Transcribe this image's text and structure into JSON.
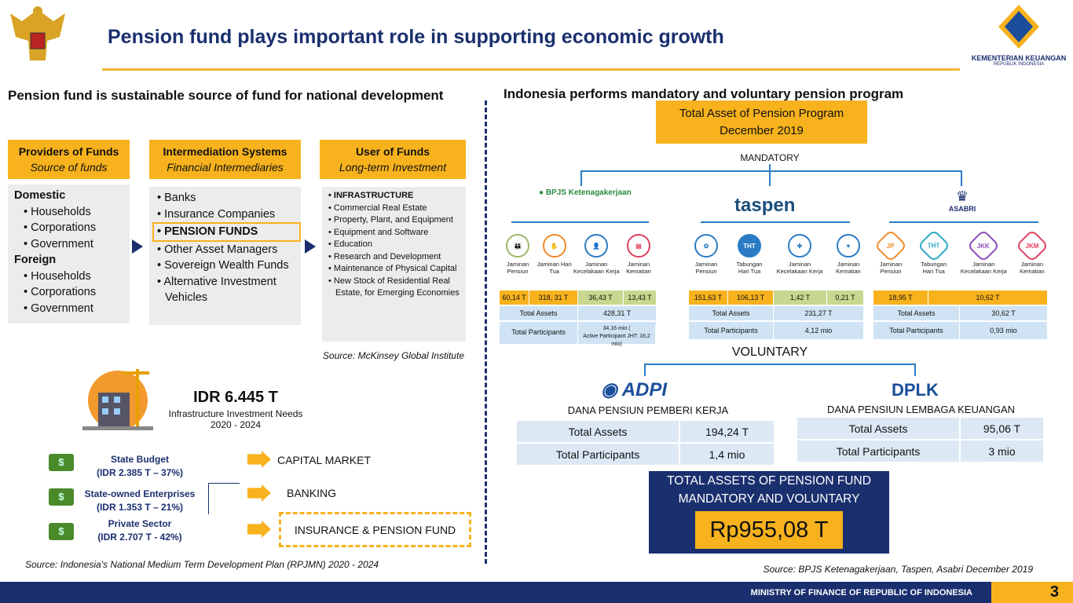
{
  "header": {
    "title": "Pension fund plays important role in supporting economic growth",
    "ministry_logo": "KEMENTERIAN KEUANGAN",
    "ministry_sub": "REPUBLIK INDONESIA"
  },
  "left": {
    "heading": "Pension fund is sustainable source of fund for national development",
    "columns": [
      {
        "title": "Providers of Funds",
        "subtitle": "Source of funds"
      },
      {
        "title": "Intermediation Systems",
        "subtitle": "Financial Intermediaries"
      },
      {
        "title": "User of Funds",
        "subtitle": "Long-term Investment"
      }
    ],
    "providers": {
      "domestic": "Domestic",
      "domestic_items": [
        "Households",
        "Corporations",
        "Government"
      ],
      "foreign": "Foreign",
      "foreign_items": [
        "Households",
        "Corporations",
        "Government"
      ]
    },
    "intermediaries": [
      "Banks",
      "Insurance Companies",
      "PENSION FUNDS",
      "Other Asset Managers",
      "Sovereign  Wealth Funds",
      "Alternative Investment Vehicles"
    ],
    "users": [
      "INFRASTRUCTURE",
      "Commercial Real Estate",
      "Property, Plant, and Equipment",
      "Equipment and Software",
      "Education",
      "Research and Development",
      "Maintenance of Physical Capital",
      "New Stock of Residential Real Estate, for Emerging Economies"
    ],
    "source1": "Source: McKinsey Global Institute",
    "infra_amount": "IDR 6.445 T",
    "infra_label": "Infrastructure Investment Needs",
    "infra_period": "2020 - 2024",
    "funding": [
      {
        "name": "State Budget",
        "value": "(IDR 2.385 T – 37%)"
      },
      {
        "name": "State-owned Enterprises",
        "value": "(IDR 1.353 T – 21%)"
      },
      {
        "name": "Private Sector",
        "value": "(IDR 2.707 T  - 42%)"
      }
    ],
    "channels": [
      "CAPITAL MARKET",
      "BANKING",
      "INSURANCE & PENSION FUND"
    ],
    "source2": "Source: Indonesia's National Medium Term Development Plan  (RPJMN) 2020 - 2024"
  },
  "right": {
    "heading": "Indonesia performs mandatory and voluntary pension program",
    "total_box": [
      "Total Asset of Pension Program",
      "December 2019"
    ],
    "mandatory": "MANDATORY",
    "voluntary": "VOLUNTARY",
    "total_assets_label": "Total Assets",
    "total_participants_label": "Total Participants",
    "institutions": [
      {
        "name": "BPJS Ketenagakerjaan",
        "programs": [
          "Jaminan Pensiun",
          "Jaminan Hari Tua",
          "Jaminan Kecelakaan Kerja",
          "Jaminan Kematian"
        ],
        "values": [
          "60,14 T",
          "318, 31 T",
          "36,43 T",
          "13,43 T"
        ],
        "total_assets": "428,31 T",
        "participants": "34,16 mio (",
        "participants_note": "Active Participant JHT: 16,2 mio)"
      },
      {
        "name": "taspen",
        "programs": [
          "Jaminan Pensiun",
          "Tabungan Hari Tua",
          "Jaminan Kecelakaan Kerja",
          "Jaminan Kematian"
        ],
        "values": [
          "151,63 T",
          "106,13 T",
          "1,42 T",
          "0,21 T"
        ],
        "total_assets": "231,27 T",
        "participants": "4,12 mio"
      },
      {
        "name": "ASABRI",
        "programs": [
          "Jaminan Pensiun",
          "Tabungan Hari Tua",
          "Jaminan Kecelakaan Kerja",
          "Jaminan Kematian"
        ],
        "badges": [
          "JP",
          "THT",
          "JKK",
          "JKM"
        ],
        "values": [
          "18,95 T",
          "10,62 T"
        ],
        "total_assets": "30,62 T",
        "participants": "0,93 mio"
      }
    ],
    "adpi": {
      "logo": "ADPI",
      "title": "DANA PENSIUN PEMBERI KERJA",
      "assets": "194,24 T",
      "participants": "1,4 mio"
    },
    "dplk": {
      "logo": "DPLK",
      "title": "DANA PENSIUN LEMBAGA KEUANGAN",
      "assets": "95,06 T",
      "participants": "3 mio"
    },
    "grand_total": [
      "TOTAL ASSETS OF PENSION FUND",
      "MANDATORY AND VOLUNTARY"
    ],
    "grand_value": "Rp955,08 T",
    "source": "Source: BPJS Ketenagakerjaan, Taspen, Asabri December 2019"
  },
  "footer": {
    "text": "MINISTRY OF FINANCE OF REPUBLIC OF INDONESIA",
    "page": "3"
  }
}
